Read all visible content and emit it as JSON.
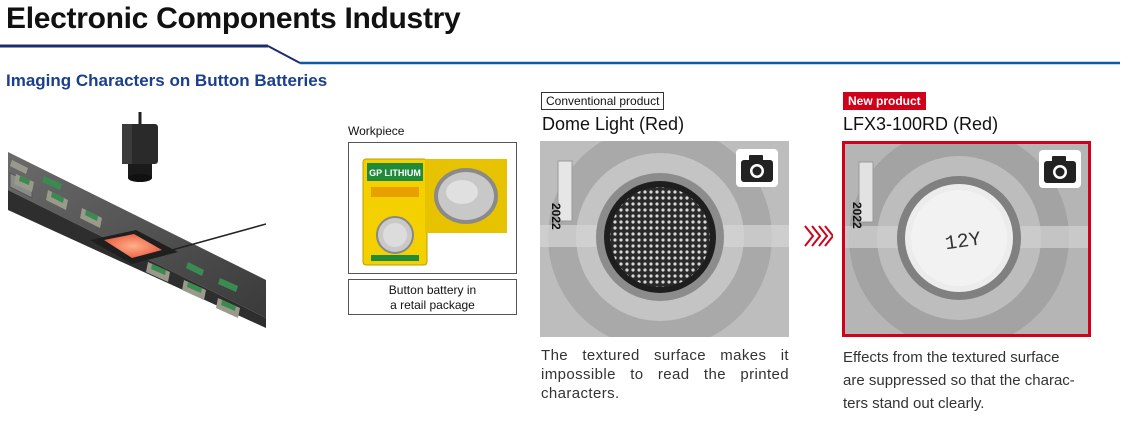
{
  "header": {
    "title": "Electronic Components Industry"
  },
  "section": {
    "title": "Imaging Characters on Button Batteries"
  },
  "workpiece": {
    "label": "Workpiece",
    "caption_line1": "Button battery in",
    "caption_line2": "a retail package",
    "package_brand": "GP LITHIUM"
  },
  "conventional": {
    "badge": "Conventional product",
    "name": "Dome Light (Red)",
    "year_mark": "2022",
    "description": "The textured surface makes it impossible to read the printed characters."
  },
  "new_product": {
    "badge": "New product",
    "name": "LFX3-100RD (Red)",
    "year_mark": "2022",
    "printed_text": "12Y",
    "description_lines": [
      "Effects from the textured surface",
      "are suppressed so that the charac-",
      "ters stand out clearly."
    ]
  },
  "colors": {
    "accent_red": "#d0021b",
    "title_blue": "#1a3f8c",
    "rule_blue": "#0a5aa8",
    "rule_dark": "#1d2d6b"
  },
  "icons": [
    "camera-icon",
    "chevron-right-icon"
  ]
}
